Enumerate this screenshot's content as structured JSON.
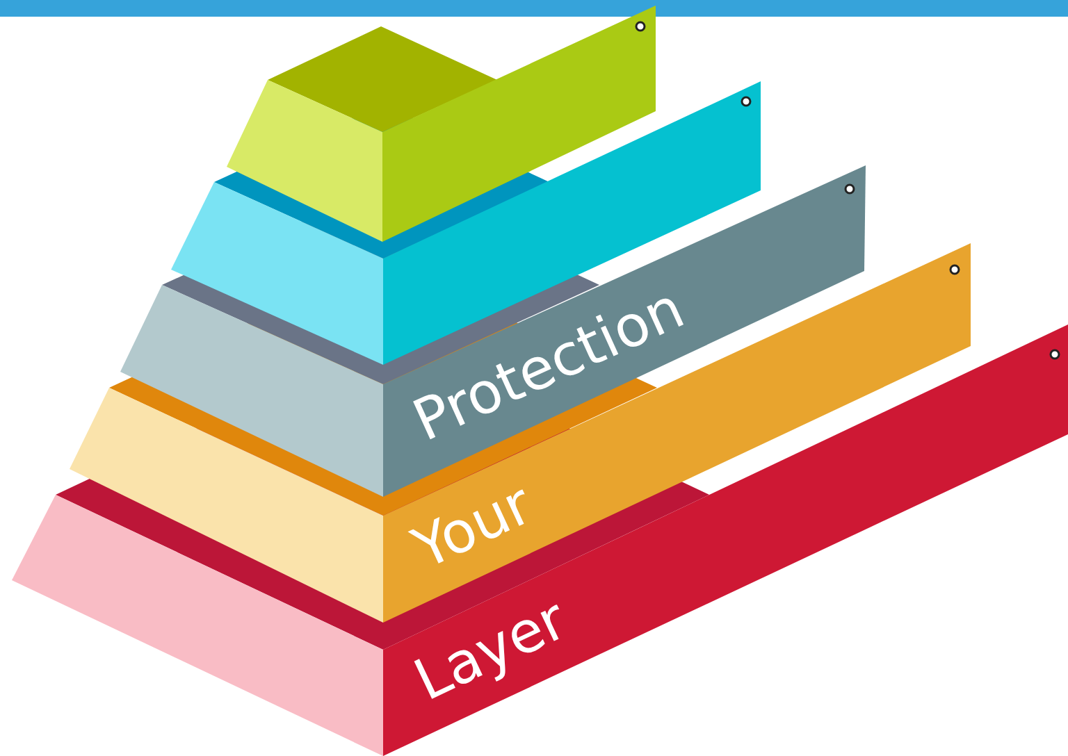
{
  "diagram": {
    "nodes": [
      {
        "text": [
          "Protection"
        ]
      },
      {
        "text": [
          "Your"
        ]
      },
      {
        "text": [
          "Layer"
        ]
      }
    ]
  }
}
